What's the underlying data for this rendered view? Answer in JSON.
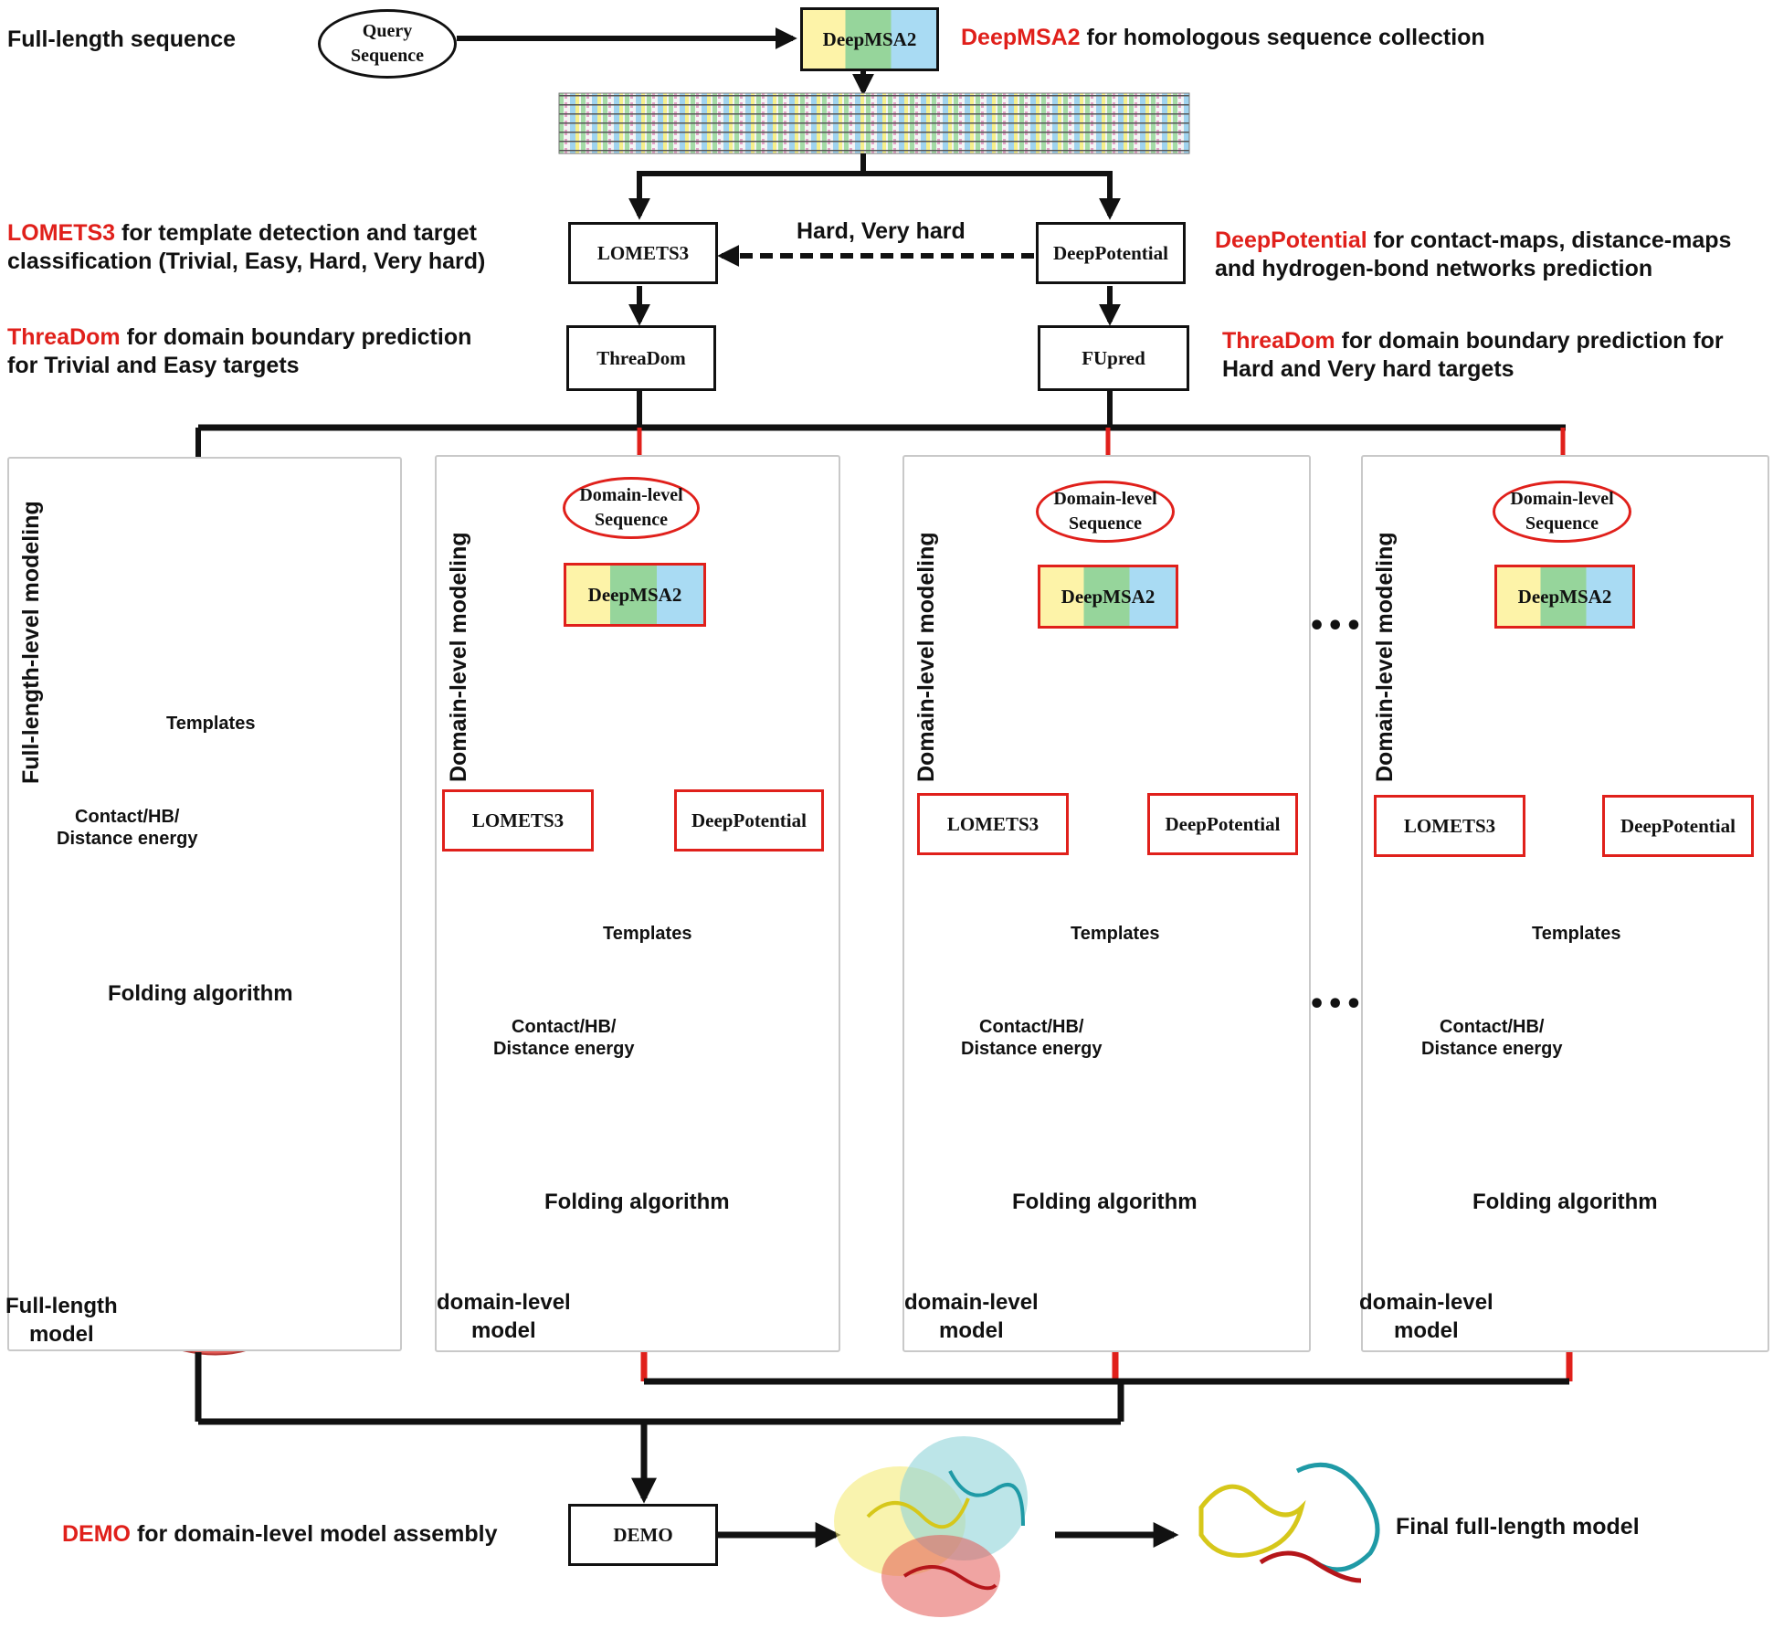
{
  "top": {
    "full_length_sequence": "Full-length sequence",
    "query_sequence": "Query\nSequence",
    "deepmsa2": "DeepMSA2",
    "deepmsa2_desc_name": "DeepMSA2",
    "deepmsa2_desc_rest": " for homologous sequence collection",
    "lomets3": "LOMETS3",
    "lomets3_desc_name": "LOMETS3",
    "lomets3_desc_rest_1": " for template detection and target",
    "lomets3_desc_rest_2": "classification (Trivial, Easy, Hard, Very hard)",
    "deeppotential": "DeepPotential",
    "deeppotential_desc_name": "DeepPotential",
    "deeppotential_desc_rest_1": " for contact-maps, distance-maps",
    "deeppotential_desc_rest_2": "and hydrogen-bond networks prediction",
    "hard_very_hard": "Hard, Very hard",
    "threadom": "ThreaDom",
    "threadom_left_name": "ThreaDom",
    "threadom_left_rest_1": " for domain boundary prediction",
    "threadom_left_rest_2": "for Trivial and Easy targets",
    "fupred": "FUpred",
    "threadom_right_name": "ThreaDom",
    "threadom_right_rest_1": " for domain boundary prediction for",
    "threadom_right_rest_2": "Hard and Very hard targets"
  },
  "full_length_panel": {
    "title": "Full-length-level modeling",
    "templates": "Templates",
    "energy": "Contact/HB/\nDistance energy",
    "folding": "Folding algorithm",
    "model": "Full-length\nmodel"
  },
  "domain_panels": [
    {
      "title": "Domain-level modeling",
      "sequence": "Domain-level\nSequence",
      "deepmsa2": "DeepMSA2",
      "lomets3": "LOMETS3",
      "deeppotential": "DeepPotential",
      "templates": "Templates",
      "energy": "Contact/HB/\nDistance energy",
      "folding": "Folding algorithm",
      "model": "domain-level\nmodel",
      "model_color": "#c8181a"
    },
    {
      "title": "Domain-level modeling",
      "sequence": "Domain-level\nSequence",
      "deepmsa2": "DeepMSA2",
      "lomets3": "LOMETS3",
      "deeppotential": "DeepPotential",
      "templates": "Templates",
      "energy": "Contact/HB/\nDistance energy",
      "folding": "Folding algorithm",
      "model": "domain-level\nmodel",
      "model_color": "#f0e61e"
    },
    {
      "title": "Domain-level modeling",
      "sequence": "Domain-level\nSequence",
      "deepmsa2": "DeepMSA2",
      "lomets3": "LOMETS3",
      "deeppotential": "DeepPotential",
      "templates": "Templates",
      "energy": "Contact/HB/\nDistance energy",
      "folding": "Folding algorithm",
      "model": "domain-level\nmodel",
      "model_color": "#2fb4bf"
    }
  ],
  "ellipsis": "•••",
  "bottom": {
    "demo": "DEMO",
    "demo_desc_name": "DEMO",
    "demo_desc_rest": " for domain-level model assembly",
    "final": "Final full-length model"
  },
  "colors": {
    "accent_red": "#e0201b",
    "black": "#111111",
    "msa_yellow": "#fdf3a8",
    "msa_green": "#96d59b",
    "msa_blue": "#a9dbf3",
    "panel_border": "#c9c9c9"
  }
}
